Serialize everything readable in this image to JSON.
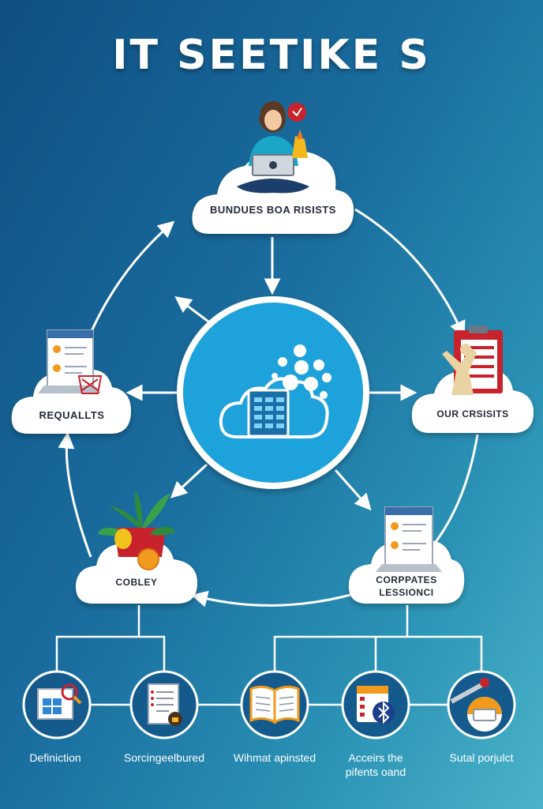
{
  "title": "IT SEETIKE S",
  "clouds": {
    "top": "BUNDUES BOA RISISTS",
    "left": "REQUALLTS",
    "right": "OUR CRSISITS",
    "bottom_left": "COBLEY",
    "bottom_right_line1": "CORPPATES",
    "bottom_right_line2": "LESSIONCI"
  },
  "bottom_items": [
    {
      "label": "Definiction",
      "icon": "window-search-icon"
    },
    {
      "label": "Sorcingeelbured",
      "icon": "document-lock-icon"
    },
    {
      "label": "Wihmat apinsted",
      "icon": "open-book-icon"
    },
    {
      "label": "Acceirs the",
      "label2": "pifents oand",
      "icon": "bluetooth-calendar-icon"
    },
    {
      "label": "Sutal porjulct",
      "icon": "gauge-tools-icon"
    }
  ],
  "colors": {
    "hub": "#1ea2dc",
    "hub_ring": "#ffffff",
    "cloud": "#ffffff",
    "connector": "#ffffff",
    "accent_red": "#c8232c",
    "accent_orange": "#f29a1d"
  }
}
